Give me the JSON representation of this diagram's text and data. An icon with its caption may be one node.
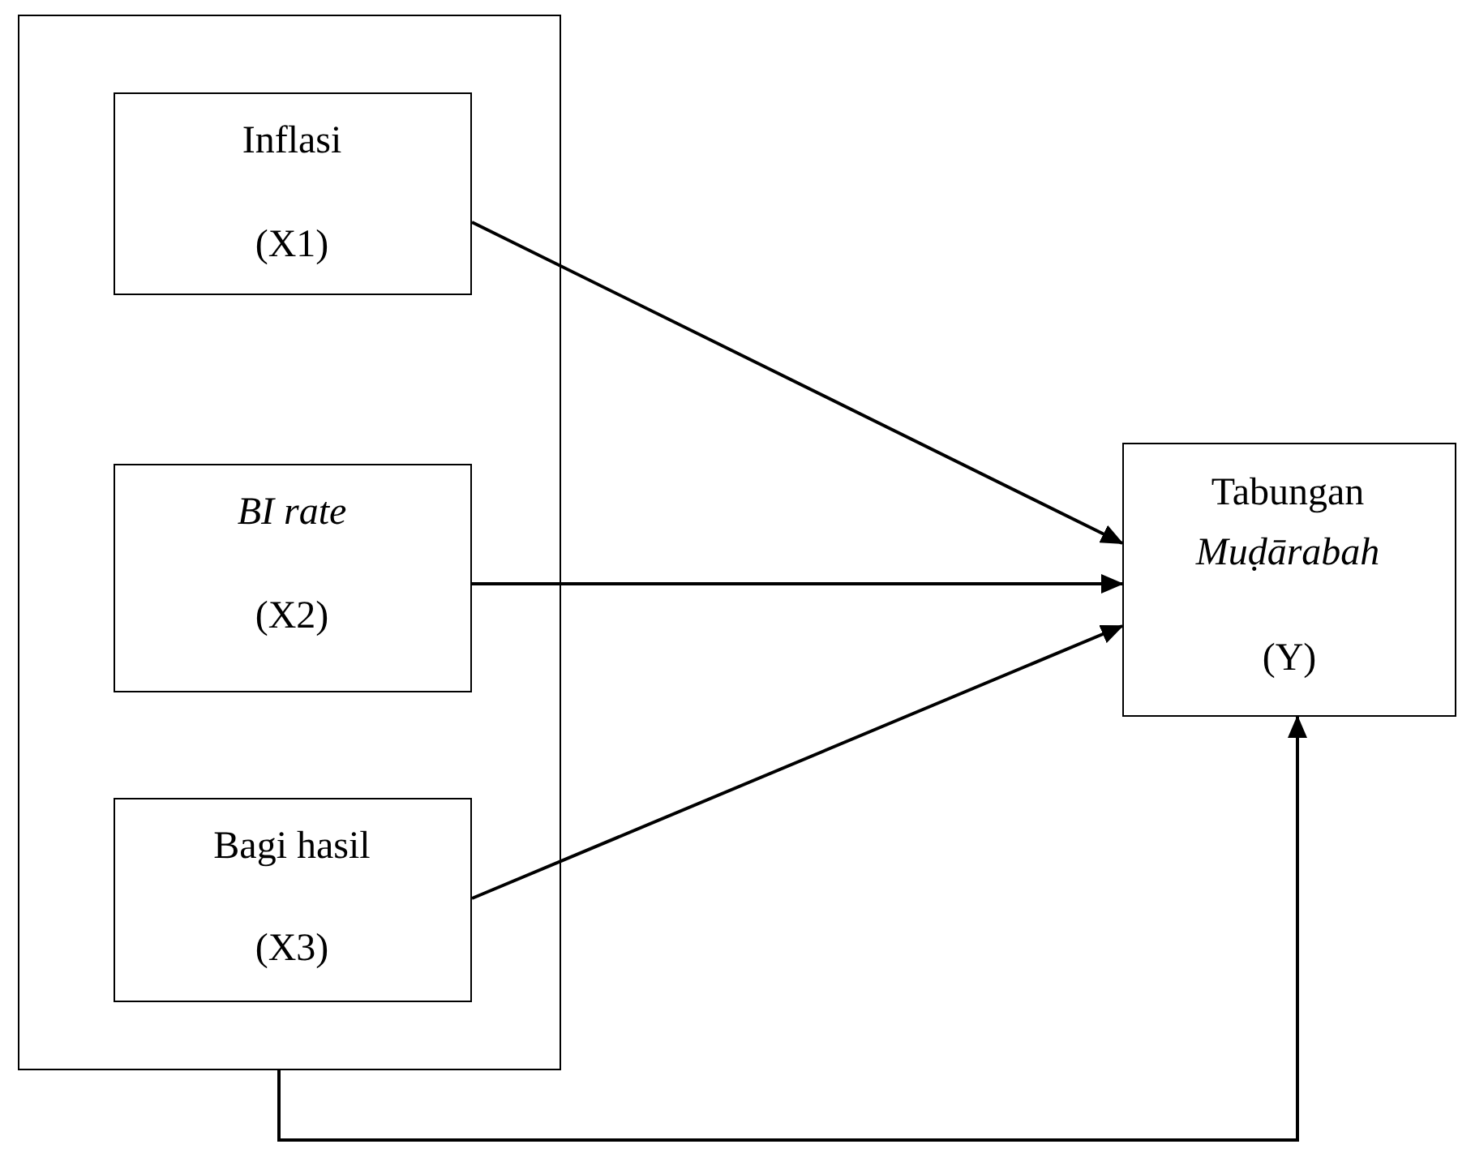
{
  "diagram": {
    "nodes": [
      {
        "text": [],
        "shape": "box"
      },
      {
        "text": [
          "Inflasi",
          "(X1)"
        ],
        "in": 0
      },
      {
        "text": [
          "BI rate",
          "(X2)"
        ],
        "in": 0
      },
      {
        "text": [
          "Bagi hasil",
          "(X3)"
        ],
        "in": 0
      },
      {
        "text": [
          "Tabungan *Muḍārabah*",
          "(Y)"
        ]
      }
    ],
    "edges": [
      {
        "from": 1,
        "to": 4,
        "arrow": "to"
      },
      {
        "from": 2,
        "to": 4,
        "arrow": "to"
      },
      {
        "from": 3,
        "to": 4,
        "arrow": "to"
      },
      {
        "from": 0,
        "to": 4,
        "arrow": "to"
      }
    ]
  }
}
